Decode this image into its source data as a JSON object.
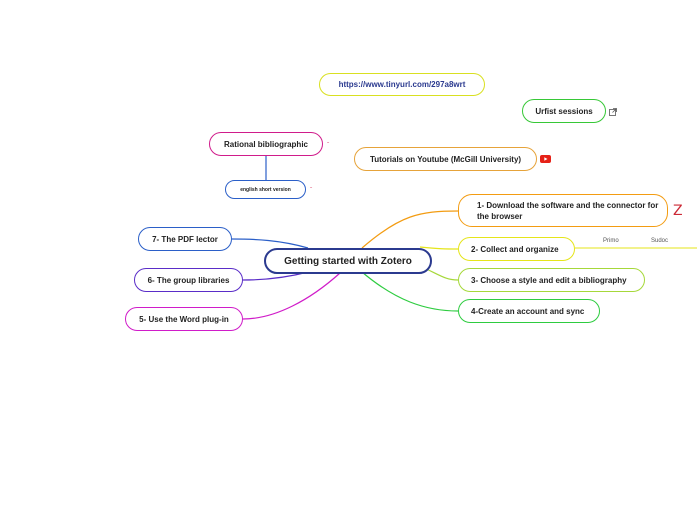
{
  "central": {
    "label": "Getting started with Zotero",
    "color": "#2b3a8f"
  },
  "branches": {
    "b1": {
      "label": "1- Download the software and the connector for the browser",
      "color": "#f39c12"
    },
    "b2": {
      "label": "2- Collect and organize",
      "color": "#e5e51a"
    },
    "b3": {
      "label": "3- Choose a style and edit a bibliography",
      "color": "#a6d83a"
    },
    "b4": {
      "label": "4-Create an account and sync",
      "color": "#2ecc40"
    },
    "b5": {
      "label": "5- Use the Word plug-in",
      "color": "#d01cc9"
    },
    "b6": {
      "label": "6- The group libraries",
      "color": "#5a2dc8"
    },
    "b7": {
      "label": "7- The PDF lector",
      "color": "#2b5fc8"
    }
  },
  "floating": {
    "url": {
      "label": "https://www.tinyurl.com/297a8wrt",
      "color": "#d9e021"
    },
    "urfist": {
      "label": "Urfist sessions",
      "color": "#37c837"
    },
    "youtube": {
      "label": "Tutorials on Youtube (McGill University)",
      "color": "#e6a33a"
    },
    "rational": {
      "label": "Rational bibliographic",
      "color": "#d01c8b"
    },
    "english": {
      "label": "english short version",
      "color": "#2b5fc8"
    }
  },
  "subtopics": {
    "primo": "Primo",
    "sudoc": "Sudoc"
  },
  "icons": {
    "zotero_logo": "Z",
    "zotero_color": "#cc2936",
    "external_link": "external-link-icon",
    "youtube": "youtube-icon",
    "youtube_color": "#e62117"
  }
}
